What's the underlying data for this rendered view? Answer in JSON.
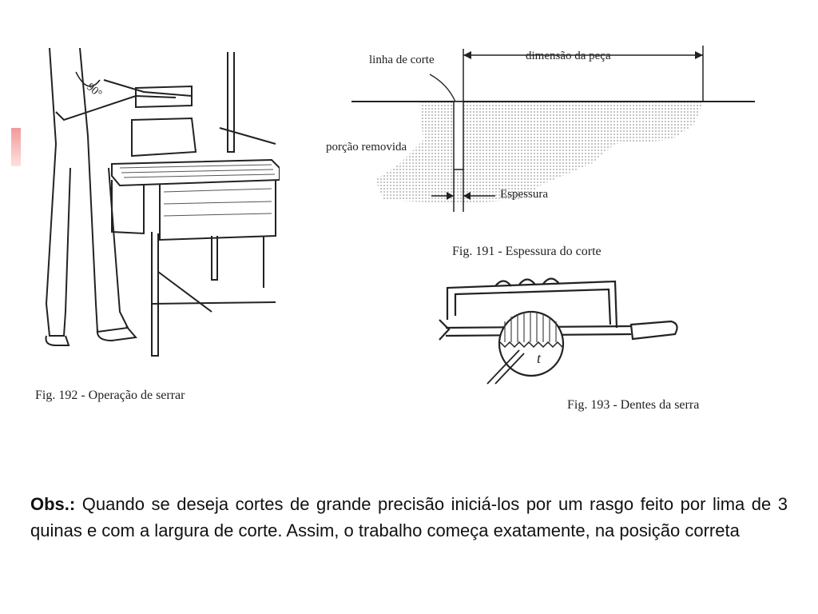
{
  "figures": {
    "fig192": {
      "caption": "Fig. 192 - Operação de serrar",
      "angle_label": "90°"
    },
    "fig191": {
      "caption": "Fig. 191 - Espessura do corte",
      "labels": {
        "cut_line": "linha de corte",
        "piece_dimension": "dimensão da peça",
        "removed_portion": "porção removida",
        "thickness": "Espessura"
      }
    },
    "fig193": {
      "caption": "Fig. 193 - Dentes da serra",
      "tooth_label": "t"
    }
  },
  "note": {
    "prefix": "Obs.:",
    "text": " Quando se deseja cortes de grande precisão iniciá-los por um rasgo feito por lima de 3 quinas e com a largura de corte. Assim, o trabalho começa exatamente, na posição correta"
  },
  "colors": {
    "accent": "#f29a9a",
    "ink": "#1a1a1a",
    "stipple": "#cfcfcf"
  }
}
